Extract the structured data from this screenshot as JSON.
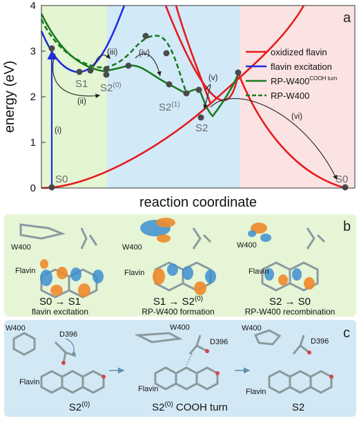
{
  "panel_a": {
    "letter": "a",
    "xlabel": "reaction coordinate",
    "ylabel": "energy (eV)",
    "yticks": [
      "0",
      "1",
      "2",
      "3",
      "4"
    ],
    "legend": [
      {
        "label": "oxidized flavin",
        "color": "#e8191c",
        "dash": false,
        "sup": ""
      },
      {
        "label": "flavin excitation",
        "color": "#1f2ee0",
        "dash": false,
        "sup": ""
      },
      {
        "label": "RP-W400",
        "color": "#1a7a20",
        "dash": false,
        "sup": "COOH turn"
      },
      {
        "label": "RP-W400",
        "color": "#1a7a20",
        "dash": true,
        "sup": ""
      }
    ],
    "state_labels": {
      "s0_left": "S0",
      "s1": "S1",
      "s2_0": "S2",
      "s2_0_sup": "(0)",
      "s2_1": "S2",
      "s2_1_sup": "(1)",
      "s2": "S2",
      "s0_right": "S0"
    },
    "steps": [
      "(i)",
      "(ii)",
      "(iii)",
      "(iv)",
      "(v)",
      "(vi)"
    ],
    "colors": {
      "region_green": "#e3f5d3",
      "region_blue": "#d2e9f7",
      "region_pink": "#fbe3e3",
      "oxidized": "#e8191c",
      "excitation": "#1f2ee0",
      "rp": "#1a7a20",
      "marker": "#4a4a4a"
    }
  },
  "panel_b": {
    "letter": "b",
    "items": [
      {
        "w_label": "W400",
        "flavin_label": "Flavin",
        "transition": "S0 → S1",
        "subtitle": "flavin excitation"
      },
      {
        "w_label": "W400",
        "flavin_label": "Flavin",
        "transition": "S1 → S2",
        "transition_sup": "(0)",
        "subtitle": "RP-W400 formation"
      },
      {
        "w_label": "W400",
        "flavin_label": "Flavin",
        "transition": "S2 → S0",
        "subtitle": "RP-W400 recombination"
      }
    ],
    "bg": "#e5f5d6"
  },
  "panel_c": {
    "letter": "c",
    "items": [
      {
        "w_label": "W400",
        "d_label": "D396",
        "flavin_label": "Flavin",
        "caption": "S2",
        "caption_sup": "(0)"
      },
      {
        "w_label": "W400",
        "d_label": "D396",
        "flavin_label": "Flavin",
        "caption": "S2",
        "caption_sup": "(0)",
        "caption_tail": " COOH turn"
      },
      {
        "w_label": "W400",
        "d_label": "D396",
        "flavin_label": "Flavin",
        "caption": "S2"
      }
    ],
    "bg": "#d3e8f5"
  }
}
